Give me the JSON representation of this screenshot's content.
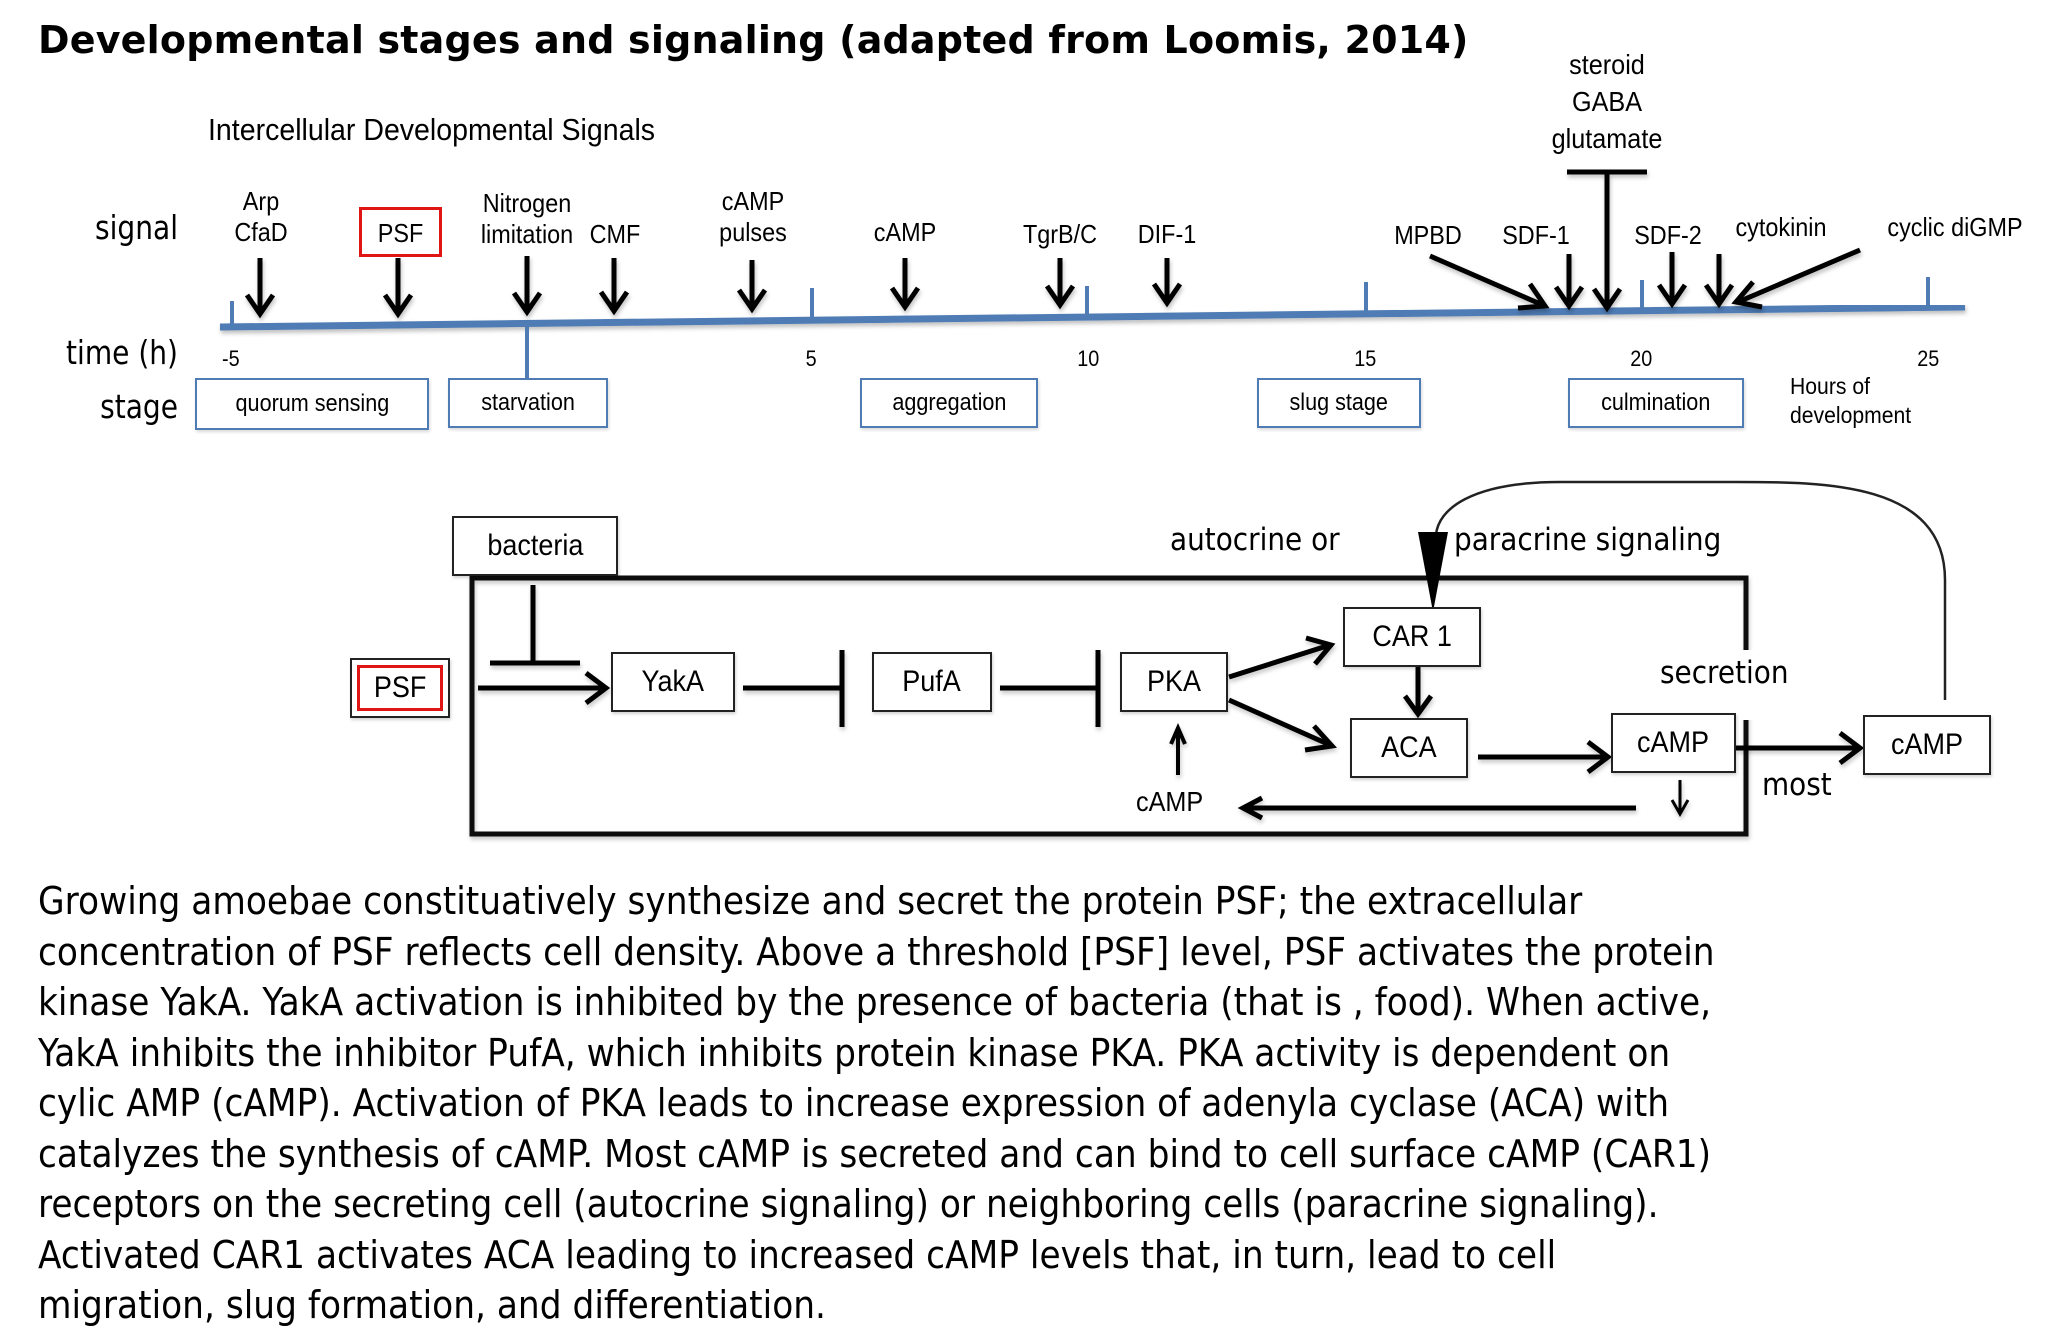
{
  "title": "Developmental stages and signaling (adapted from Loomis, 2014)",
  "timeline": {
    "heading": "Intercellular Developmental Signals",
    "row_labels": {
      "signal": "signal",
      "time": "time (h)",
      "stage": "stage"
    },
    "axis_note": [
      "Hours of",
      "development"
    ],
    "ticks": [
      "-5",
      "5",
      "10",
      "15",
      "20",
      "25"
    ],
    "signals": [
      {
        "id": "arp-cfad",
        "lines": [
          "Arp",
          "CfaD"
        ],
        "highlighted": false
      },
      {
        "id": "psf",
        "lines": [
          "PSF"
        ],
        "highlighted": true
      },
      {
        "id": "nitrogen-limitation",
        "lines": [
          "Nitrogen",
          "limitation"
        ],
        "highlighted": false
      },
      {
        "id": "cmf",
        "lines": [
          "CMF"
        ],
        "highlighted": false
      },
      {
        "id": "camp-pulses",
        "lines": [
          "cAMP",
          "pulses"
        ],
        "highlighted": false
      },
      {
        "id": "camp",
        "lines": [
          "cAMP"
        ],
        "highlighted": false
      },
      {
        "id": "tgrbc",
        "lines": [
          "TgrB/C"
        ],
        "highlighted": false
      },
      {
        "id": "dif-1",
        "lines": [
          "DIF-1"
        ],
        "highlighted": false
      },
      {
        "id": "mpbd",
        "lines": [
          "MPBD"
        ],
        "highlighted": false
      },
      {
        "id": "sdf-1",
        "lines": [
          "SDF-1"
        ],
        "highlighted": false
      },
      {
        "id": "steroid-gaba-glutamate",
        "lines": [
          "steroid",
          "GABA",
          "glutamate"
        ],
        "highlighted": false
      },
      {
        "id": "sdf-2",
        "lines": [
          "SDF-2"
        ],
        "highlighted": false
      },
      {
        "id": "cytokinin",
        "lines": [
          "cytokinin"
        ],
        "highlighted": false
      },
      {
        "id": "cyclic-digmp",
        "lines": [
          "cyclic diGMP"
        ],
        "highlighted": false
      }
    ],
    "stages": [
      "quorum sensing",
      "starvation",
      "aggregation",
      "slug stage",
      "culmination"
    ]
  },
  "pathway": {
    "nodes": {
      "bacteria": "bacteria",
      "psf": "PSF",
      "yaka": "YakA",
      "pufa": "PufA",
      "pka": "PKA",
      "car1": "CAR 1",
      "aca": "ACA",
      "camp_inner": "cAMP",
      "camp_outer": "cAMP",
      "camp_feedback": "cAMP"
    },
    "labels": {
      "autocrine": "autocrine or",
      "paracrine": "paracrine signaling",
      "secretion": "secretion",
      "most": "most"
    },
    "edges": [
      {
        "from": "PSF",
        "to": "YakA",
        "type": "activates"
      },
      {
        "from": "bacteria",
        "to": "PSF→YakA",
        "type": "inhibits"
      },
      {
        "from": "YakA",
        "to": "PufA",
        "type": "inhibits"
      },
      {
        "from": "PufA",
        "to": "PKA",
        "type": "inhibits"
      },
      {
        "from": "PKA",
        "to": "CAR 1",
        "type": "activates"
      },
      {
        "from": "PKA",
        "to": "ACA",
        "type": "activates"
      },
      {
        "from": "CAR 1",
        "to": "ACA",
        "type": "activates"
      },
      {
        "from": "ACA",
        "to": "cAMP (intracellular)",
        "type": "activates"
      },
      {
        "from": "cAMP (intracellular)",
        "to": "cAMP (extracellular)",
        "type": "secretion (most)"
      },
      {
        "from": "cAMP (extracellular)",
        "to": "CAR 1",
        "type": "autocrine or paracrine signaling"
      },
      {
        "from": "cAMP (intracellular)",
        "to": "PKA",
        "type": "activates"
      }
    ]
  },
  "description": [
    "Growing amoebae constituatively synthesize and secret the protein PSF; the extracellular",
    "concentration of PSF reflects cell density. Above a threshold [PSF] level, PSF activates the protein",
    "kinase YakA. YakA activation is inhibited by the presence of bacteria (that is , food).  When active,",
    "YakA inhibits the inhibitor PufA, which inhibits protein kinase PKA.  PKA activity is dependent on",
    "cylic AMP (cAMP). Activation of PKA leads to increase expression of adenyla cyclase (ACA) with",
    "catalyzes the synthesis of cAMP.  Most cAMP is secreted and can bind to cell surface cAMP (CAR1)",
    "receptors on the secreting cell (autocrine signaling) or neighboring cells (paracrine signaling).",
    "Activated CAR1 activates ACA leading to increased cAMP levels that, in turn, lead to cell",
    "migration, slug formation, and differentiation."
  ],
  "colors": {
    "timeline_axis": "#4f7cb5",
    "highlight": "#e01515",
    "ink": "#000000"
  }
}
